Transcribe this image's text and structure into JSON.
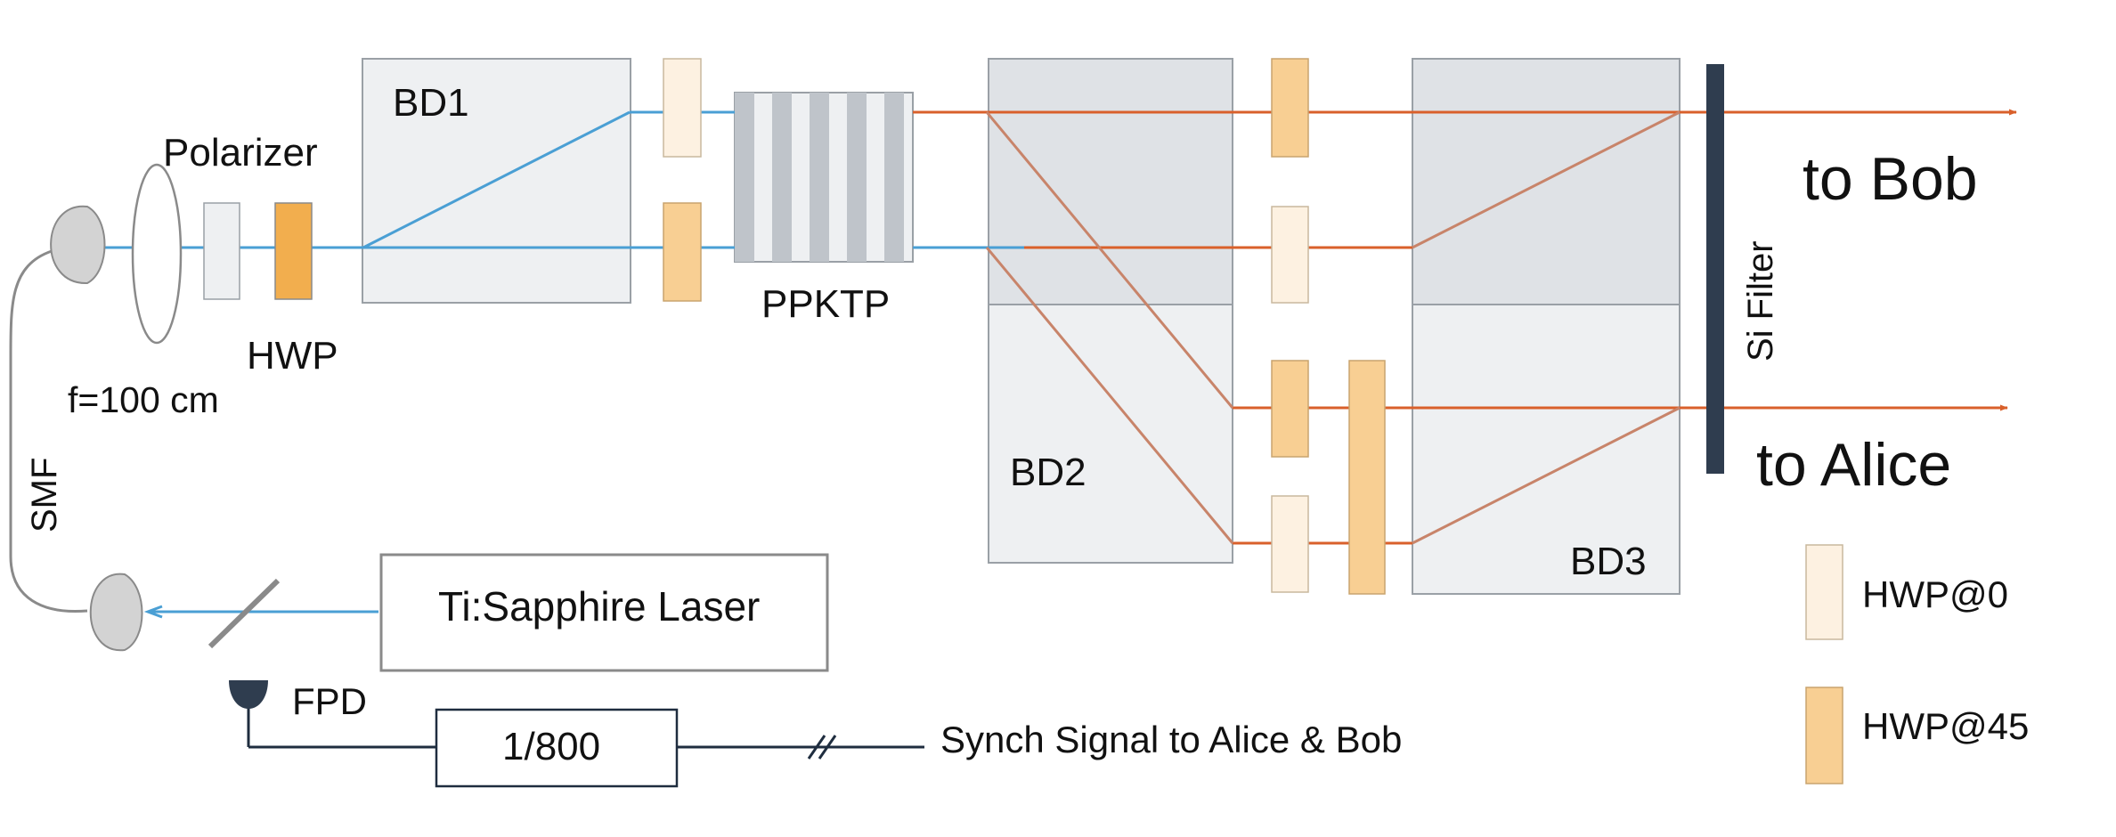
{
  "labels": {
    "polarizer": "Polarizer",
    "hwp": "HWP",
    "focal": "f=100 cm",
    "bd1": "BD1",
    "ppktp": "PPKTP",
    "bd2": "BD2",
    "bd3": "BD3",
    "si_filter": "Si Filter",
    "to_bob": "to Bob",
    "to_alice": "to Alice",
    "smf": "SMF",
    "laser": "Ti:Sapphire Laser",
    "fpd": "FPD",
    "divider": "1/800",
    "synch": "Synch Signal to Alice & Bob"
  },
  "legend": {
    "hwp0": "HWP@0",
    "hwp45": "HWP@45"
  },
  "colors": {
    "pump_beam": "#4a9fd4",
    "output_beam": "#d9602b",
    "inner_beam": "#c8846a",
    "crystal_fill": "#eef0f2",
    "crystal_fill_dark": "#dfe2e6",
    "hwp0_fill": "#fdf1e1",
    "hwp45_fill": "#f8cf93",
    "hwp_input_fill": "#f2ae4e",
    "si_filter_fill": "#2f3d4f",
    "electrical_line": "#1f2d3f"
  }
}
